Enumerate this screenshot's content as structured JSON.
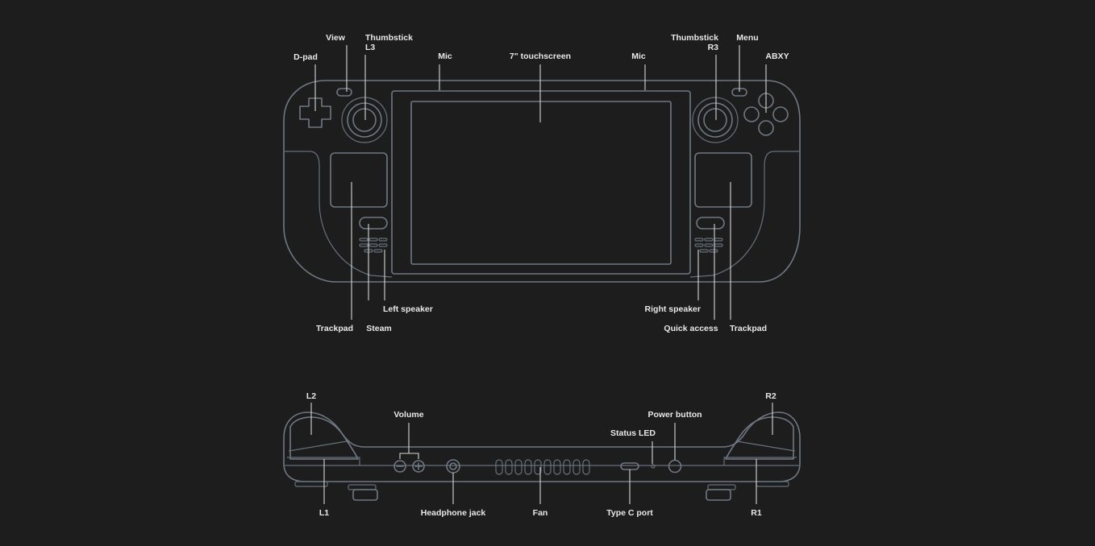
{
  "colors": {
    "background": "#1d1d1d",
    "outline": "#6f7884",
    "label_text": "#e8e8e8",
    "leader_line": "#d6d6d6"
  },
  "front_view": {
    "labels": {
      "dpad": "D-pad",
      "view": "View",
      "thumbstick_left_line1": "Thumbstick",
      "thumbstick_left_line2": "L3",
      "mic_left": "Mic",
      "touchscreen": "7\" touchscreen",
      "mic_right": "Mic",
      "thumbstick_right_line1": "Thumbstick",
      "thumbstick_right_line2": "R3",
      "menu": "Menu",
      "abxy": "ABXY",
      "left_speaker": "Left speaker",
      "trackpad_left": "Trackpad",
      "steam": "Steam",
      "right_speaker": "Right speaker",
      "quick_access": "Quick access",
      "trackpad_right": "Trackpad"
    }
  },
  "top_view": {
    "labels": {
      "l2": "L2",
      "volume": "Volume",
      "status_led": "Status LED",
      "power_button": "Power button",
      "r2": "R2",
      "l1": "L1",
      "headphone_jack": "Headphone jack",
      "fan": "Fan",
      "type_c_port": "Type C port",
      "r1": "R1"
    }
  }
}
